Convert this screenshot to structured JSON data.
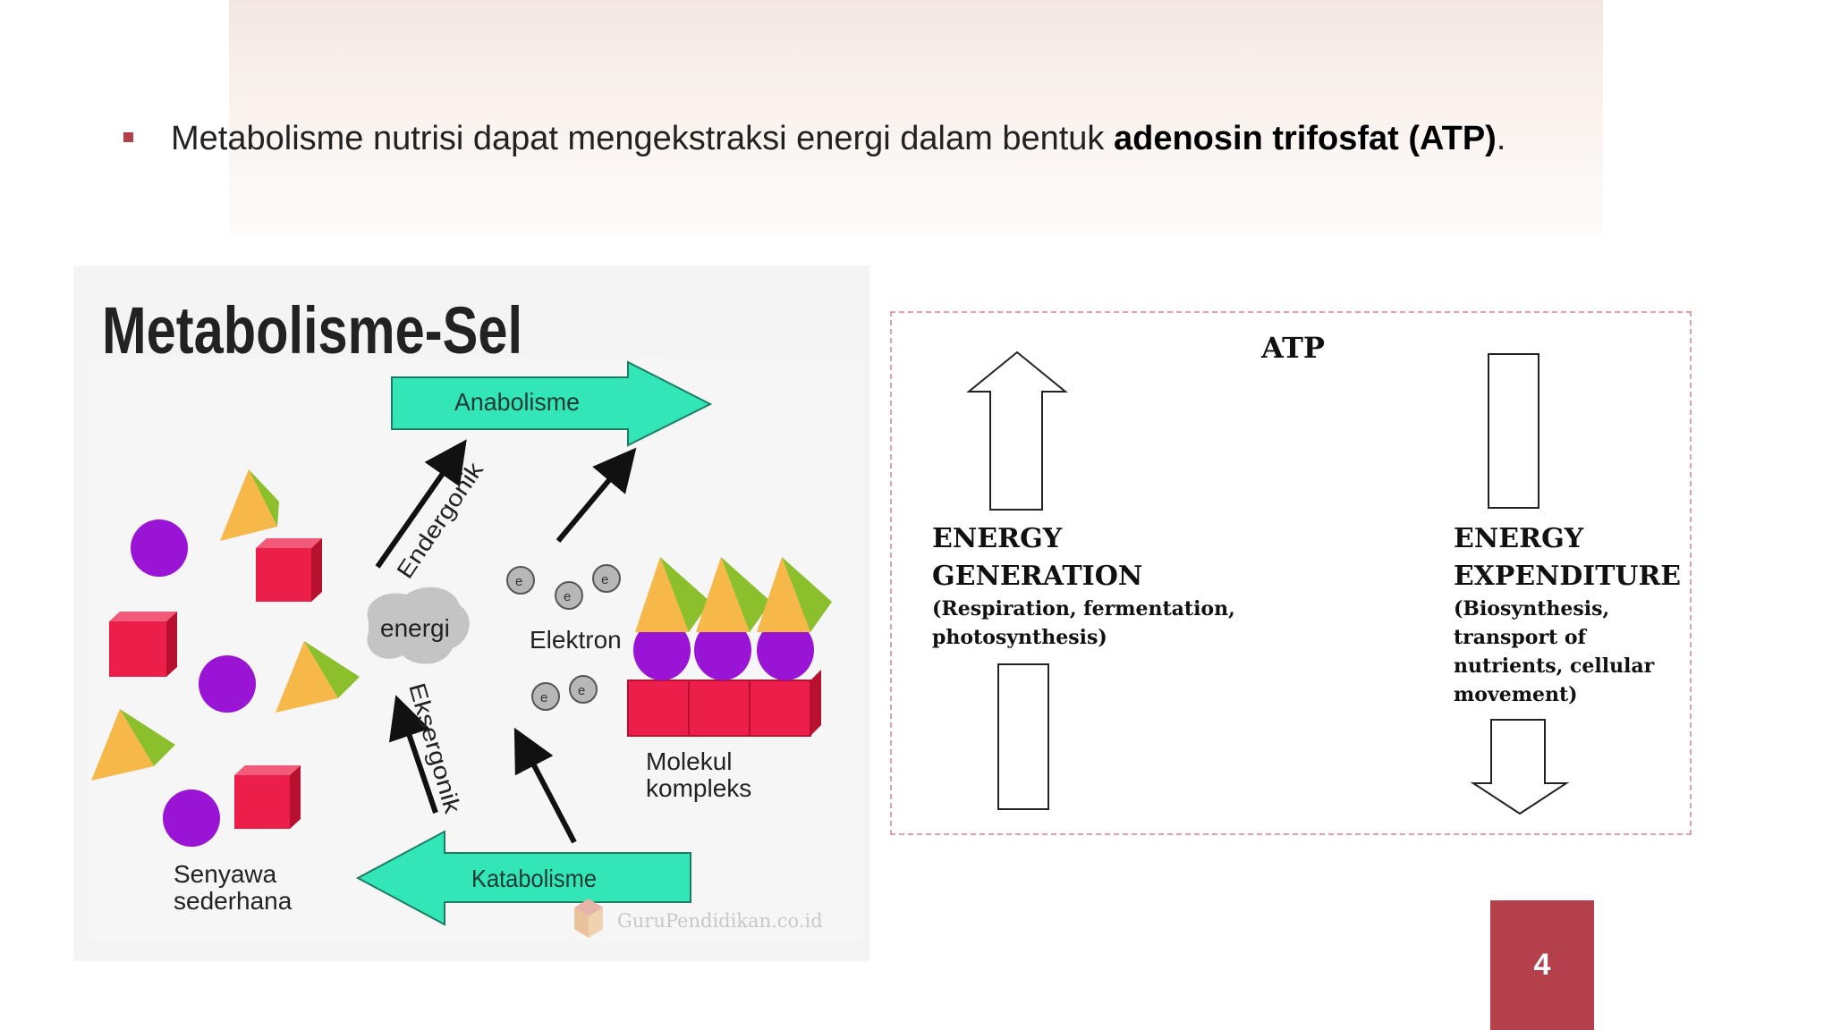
{
  "bullet": {
    "text_before": "Metabolisme nutrisi dapat mengekstraksi energi dalam bentuk ",
    "text_bold": "adenosin trifosfat (ATP)",
    "text_after": "."
  },
  "left_diagram": {
    "title": "Metabolisme-Sel",
    "anabolism_label": "Anabolisme",
    "catabolism_label": "Katabolisme",
    "endergonic_label": "Endergonik",
    "exergonic_label": "Eksergonik",
    "energy_label": "energi",
    "electron_label": "Elektron",
    "electron_symbol": "e",
    "complex_label_line1": "Molekul",
    "complex_label_line2": "kompleks",
    "simple_label_line1": "Senyawa",
    "simple_label_line2": "sederhana",
    "watermark": "GuruPendidikan.co.id",
    "colors": {
      "arrow_fill": "#33e6b8",
      "circle": "#9a14d6",
      "cube": "#ec1f4b",
      "pyramid_orange": "#f7b84a",
      "pyramid_green": "#8bbf2c"
    }
  },
  "right_diagram": {
    "center_label": "ATP",
    "generation_title_line1": "ENERGY",
    "generation_title_line2": "GENERATION",
    "generation_desc_line1": "(Respiration, fermentation,",
    "generation_desc_line2": "photosynthesis)",
    "expenditure_title_line1": "ENERGY",
    "expenditure_title_line2": "EXPENDITURE",
    "expenditure_desc_line1": "(Biosynthesis,",
    "expenditure_desc_line2": "transport of",
    "expenditure_desc_line3": "nutrients, cellular",
    "expenditure_desc_line4": "movement)"
  },
  "page_number": "4"
}
